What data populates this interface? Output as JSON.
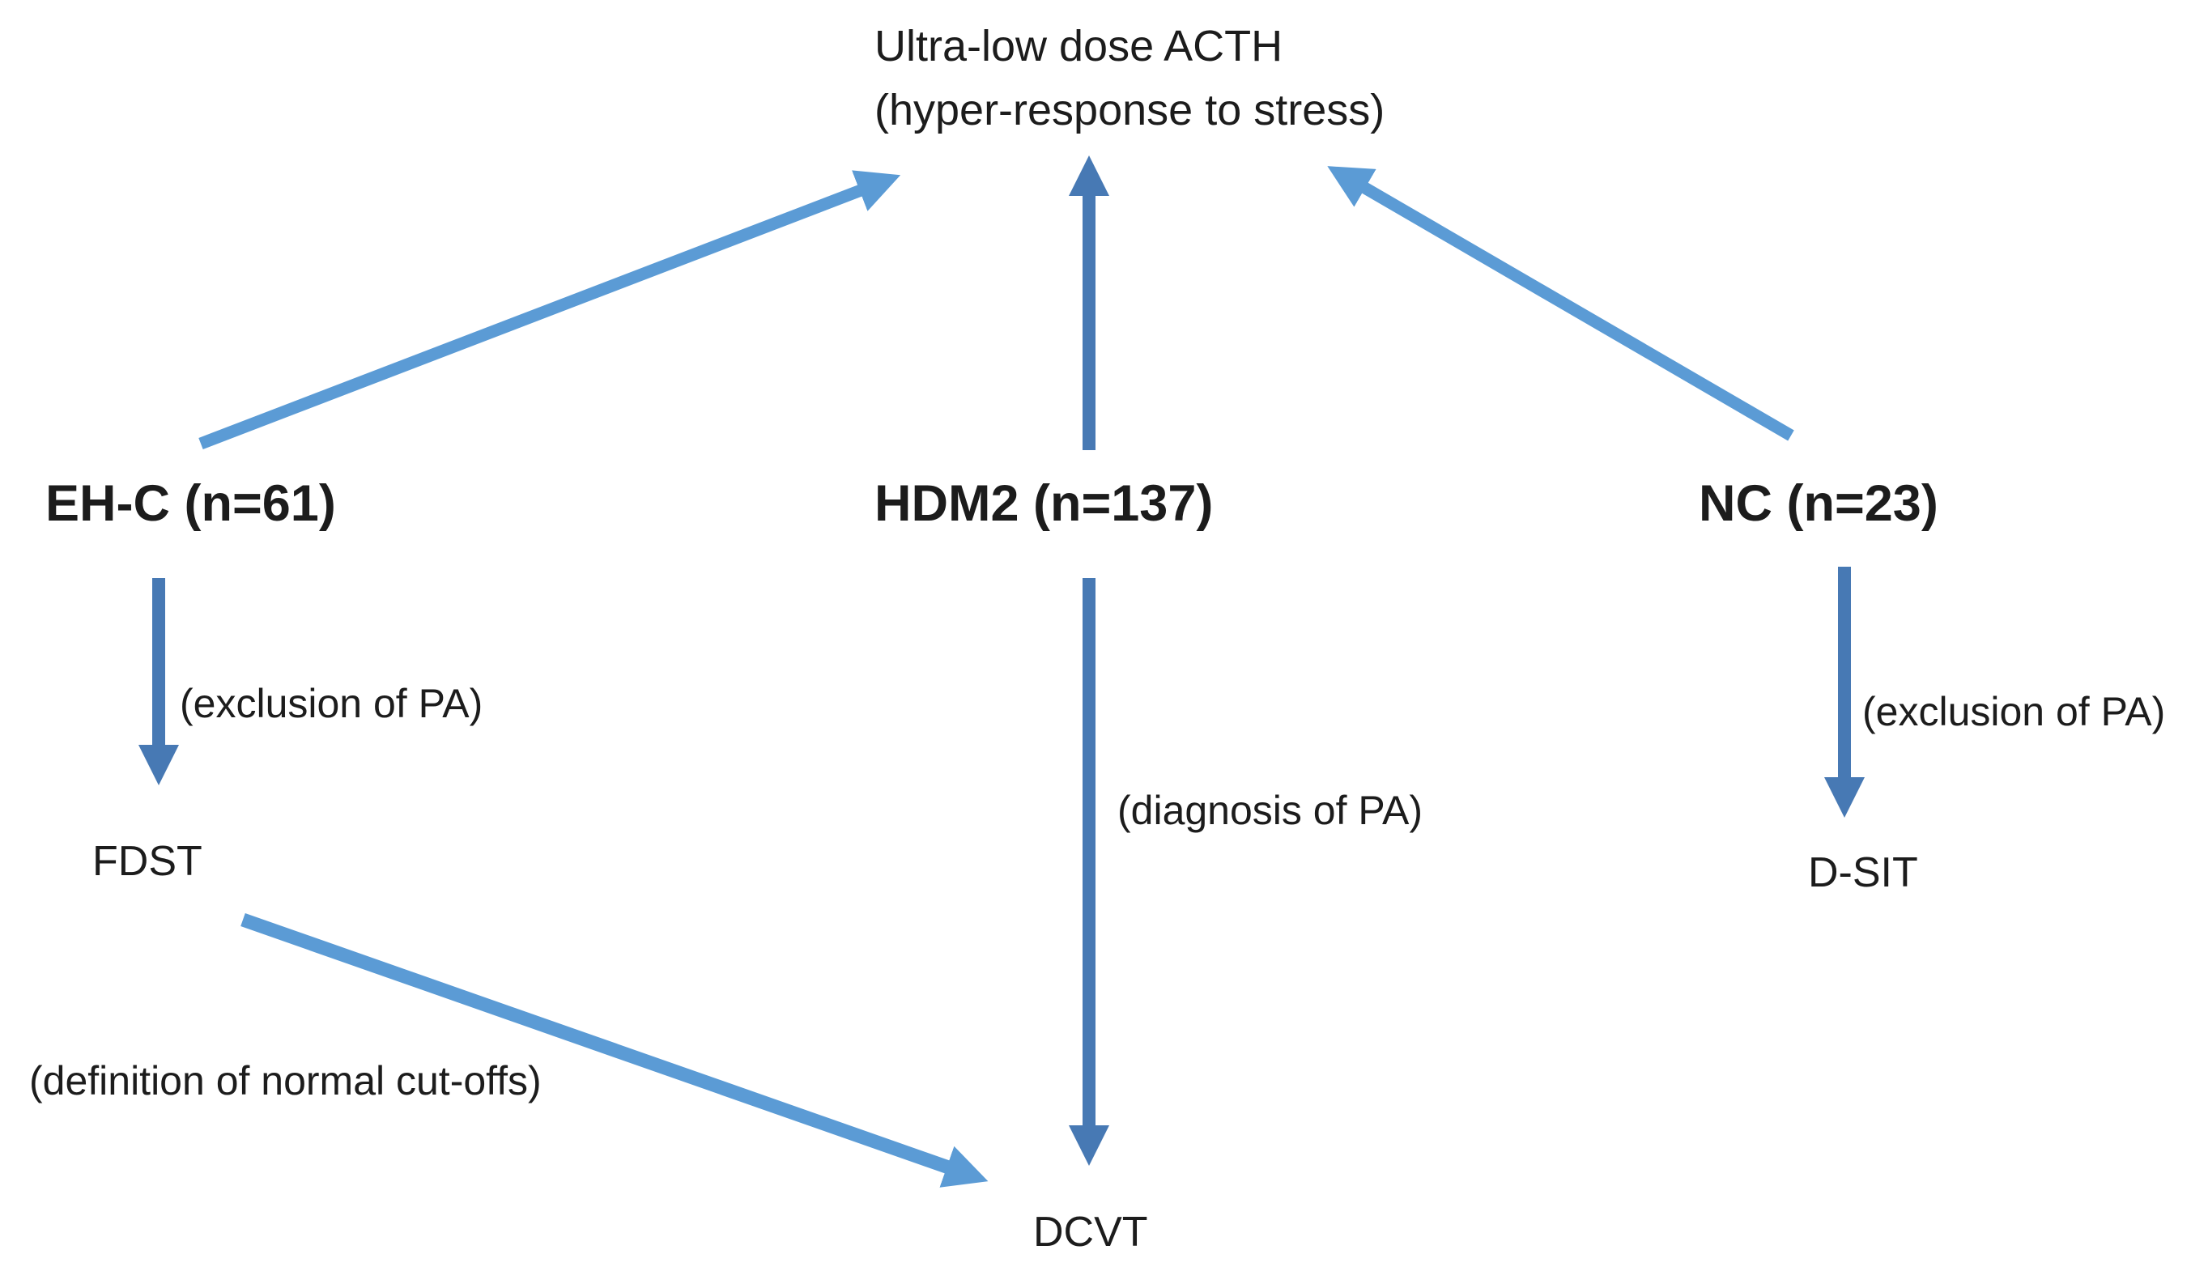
{
  "title": {
    "line1": "Ultra-low dose ACTH",
    "line2": "(hyper-response to stress)"
  },
  "groups": {
    "ehc": {
      "label": "EH-C (n=61)"
    },
    "hdm2": {
      "label": "HDM2 (n=137)"
    },
    "nc": {
      "label": "NC (n=23)"
    }
  },
  "nodes": {
    "fdst": {
      "label": "FDST"
    },
    "dsit": {
      "label": "D-SIT"
    },
    "dcvt": {
      "label": "DCVT"
    }
  },
  "edge_labels": {
    "ehc_to_fdst": "(exclusion of PA)",
    "hdm2_to_dcvt": "(diagnosis of PA)",
    "nc_to_dsit": "(exclusion of PA)",
    "fdst_to_dcvt": "(definition of normal cut-offs)"
  },
  "colors": {
    "arrow_diagonal": "#5b9bd5",
    "arrow_straight": "#4779b4",
    "text": "#1c1c1c",
    "background": "#ffffff"
  }
}
